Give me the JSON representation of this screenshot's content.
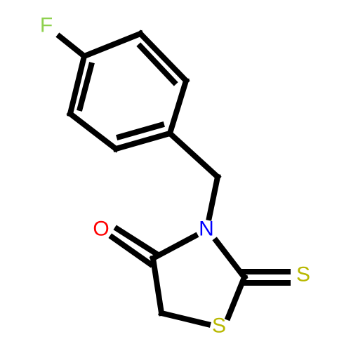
{
  "colors": {
    "background": "#ffffff",
    "bond": "#000000",
    "fluorine": "#8fd14f",
    "oxygen": "#ff0000",
    "nitrogen": "#0000ff",
    "sulfur": "#b8b800"
  },
  "atoms": {
    "fluorine": "F",
    "oxygen": "O",
    "nitrogen": "N",
    "ring_sulfur": "S",
    "thione_sulfur": "S"
  }
}
